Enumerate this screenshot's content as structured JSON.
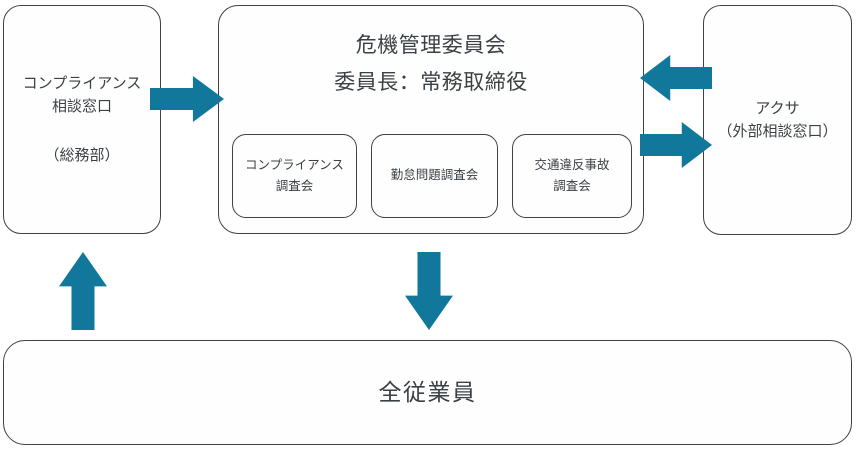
{
  "diagram": {
    "type": "organizational-flow",
    "background_color": "#ffffff",
    "accent_color": "#11789b",
    "border_color": "#3c4246",
    "text_color": "#3b4045"
  },
  "nodes": {
    "compliance_desk": {
      "line1": "コンプライアンス",
      "line2": "相談窓口",
      "line3": "（総務部）"
    },
    "risk_committee": {
      "title": "危機管理委員会",
      "chair": "委員長：常務取締役",
      "subcommittees": [
        {
          "line1": "コンプライアンス",
          "line2": "調査会"
        },
        {
          "line1": "勤怠問題調査会",
          "line2": ""
        },
        {
          "line1": "交通違反事故",
          "line2": "調査会"
        }
      ]
    },
    "axa": {
      "line1": "アクサ",
      "line2": "（外部相談窓口）"
    },
    "all_employees": {
      "label": "全従業員"
    }
  },
  "arrows": [
    {
      "name": "desk-to-committee",
      "direction": "right",
      "color": "#11789b"
    },
    {
      "name": "axa-to-committee",
      "direction": "left",
      "color": "#11789b"
    },
    {
      "name": "committee-to-axa",
      "direction": "right",
      "color": "#11789b"
    },
    {
      "name": "committee-to-employees",
      "direction": "down",
      "color": "#11789b"
    },
    {
      "name": "employees-to-desk",
      "direction": "up",
      "color": "#11789b"
    }
  ]
}
